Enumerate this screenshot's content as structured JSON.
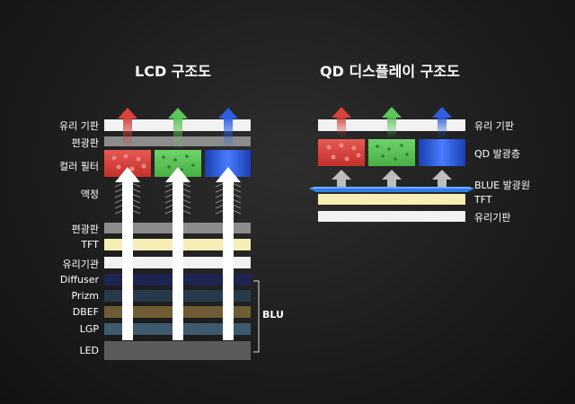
{
  "lcd": {
    "title": "LCD 구조도",
    "layers": [
      "유리 기판",
      "편광판",
      "컬러 필터",
      "액정",
      "편광판",
      "TFT",
      "유리기관",
      "Diffuser",
      "Prizm",
      "DBEF",
      "LGP",
      "LED"
    ],
    "blu_label": "BLU"
  },
  "qd": {
    "title": "QD 디스플레이 구조도",
    "layers": [
      "유리 기판",
      "QD 발광층",
      "BLUE 발광원",
      "TFT",
      "유리기판"
    ]
  },
  "colors": {
    "red": "#d9413b",
    "green": "#5cc659",
    "blue": "#2f5fe0",
    "white_layer": "#f2f2f2",
    "gray_layer": "#8c8c8c",
    "tft": "#f6eeb5",
    "diffuser": "#1e2352",
    "prizm": "#263a4c",
    "dbef": "#6f5c34",
    "lgp": "#3e5a6e",
    "led": "#5b5b5b"
  }
}
